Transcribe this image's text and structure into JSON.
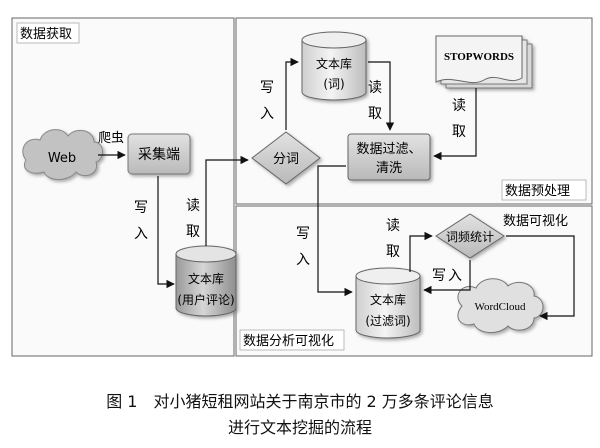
{
  "regions": {
    "acquisition": "数据获取",
    "preprocessing": "数据预处理",
    "analysis": "数据分析可视化",
    "visualization": "数据可视化"
  },
  "nodes": {
    "web": "Web",
    "collector": "采集端",
    "corpus_users": [
      "文本库",
      "(用户评论)"
    ],
    "segmentation": "分词",
    "corpus_words": [
      "文本库",
      "(词)"
    ],
    "stopwords": "STOPWORDS",
    "filter": [
      "数据过滤、",
      "清洗"
    ],
    "frequency": "词频统计",
    "corpus_filtered": [
      "文本库",
      "(过滤词)"
    ],
    "wordcloud": "WordCloud"
  },
  "edges": {
    "crawl": "爬虫",
    "write": [
      "写",
      "入"
    ],
    "read": [
      "读",
      "取"
    ]
  },
  "caption": {
    "line1": "图 1　对小猪短租网站关于南京市的 2 万多条评论信息",
    "line2": "进行文本挖掘的流程"
  }
}
